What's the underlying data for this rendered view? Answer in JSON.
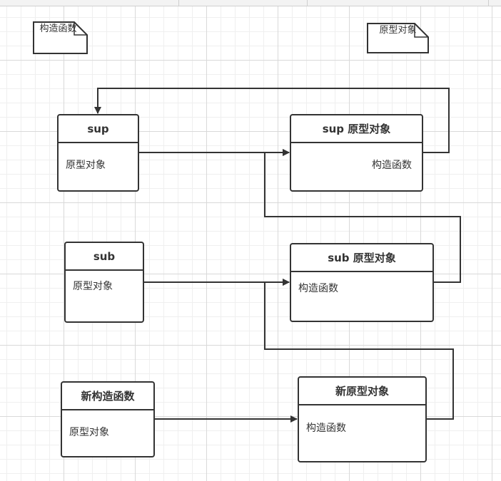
{
  "notes": {
    "left": "构造函数",
    "right": "原型对象"
  },
  "boxes": {
    "sup": {
      "title": "sup",
      "body": "原型对象"
    },
    "sup_proto": {
      "title": "sup 原型对象",
      "body": "构造函数"
    },
    "sub": {
      "title": "sub",
      "body": "原型对象"
    },
    "sub_proto": {
      "title": "sub 原型对象",
      "body": "构造函数"
    },
    "new_ctor": {
      "title": "新构造函数",
      "body": "原型对象"
    },
    "new_proto": {
      "title": "新原型对象",
      "body": "构造函数"
    }
  }
}
